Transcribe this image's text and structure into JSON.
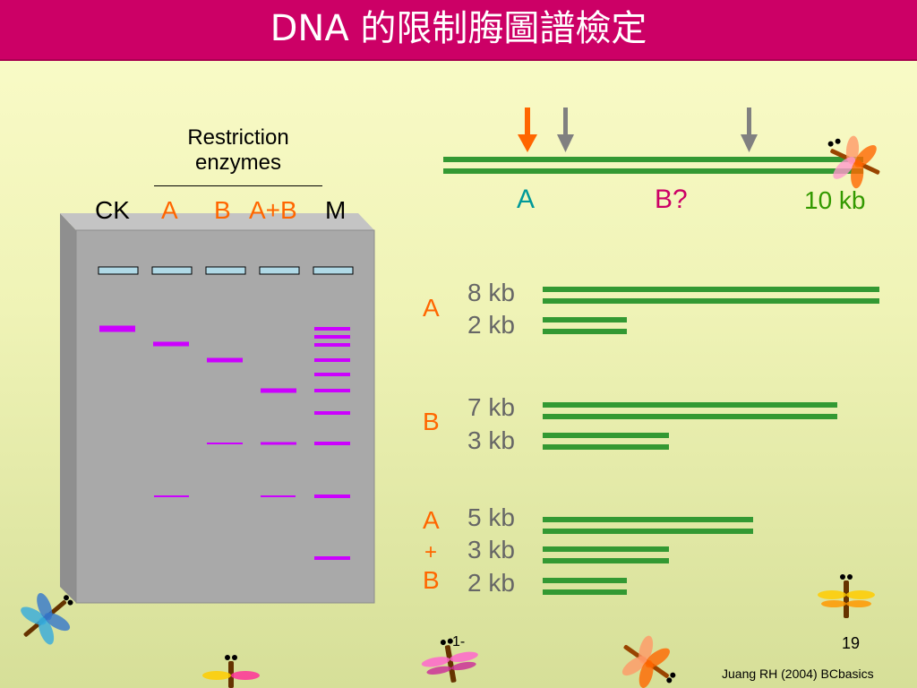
{
  "title": "DNA 的限制脢圖譜檢定",
  "enzymes_label": "Restriction\nenzymes",
  "lanes": [
    {
      "label": "CK",
      "color": "#000000"
    },
    {
      "label": "A",
      "color": "#ff6600"
    },
    {
      "label": "B",
      "color": "#ff6600"
    },
    {
      "label": "A+B",
      "color": "#ff6600"
    },
    {
      "label": "M",
      "color": "#000000"
    }
  ],
  "map": {
    "label_a": "A",
    "label_b": "B?",
    "length_label": "10 kb",
    "total_kb": 10
  },
  "fragment_groups": [
    {
      "label": "A",
      "fragments": [
        {
          "label": "8 kb",
          "kb": 8
        },
        {
          "label": "2 kb",
          "kb": 2
        }
      ]
    },
    {
      "label": "B",
      "fragments": [
        {
          "label": "7 kb",
          "kb": 7
        },
        {
          "label": "3 kb",
          "kb": 3
        }
      ]
    },
    {
      "label_lines": [
        "A",
        "+",
        "B"
      ],
      "fragments": [
        {
          "label": "5 kb",
          "kb": 5
        },
        {
          "label": "3 kb",
          "kb": 3
        },
        {
          "label": "2 kb",
          "kb": 2
        }
      ]
    }
  ],
  "page_prefix": "1-",
  "page_number": "19",
  "credit": "Juang RH (2004) BCbasics",
  "colors": {
    "title_bar": "#cc0066",
    "band": "#cc00ff",
    "dna": "#339933",
    "arrow_a": "#ff6600",
    "arrow_grey": "#808080",
    "gel": "#a7a7a7",
    "well": "#b0d9e6"
  }
}
